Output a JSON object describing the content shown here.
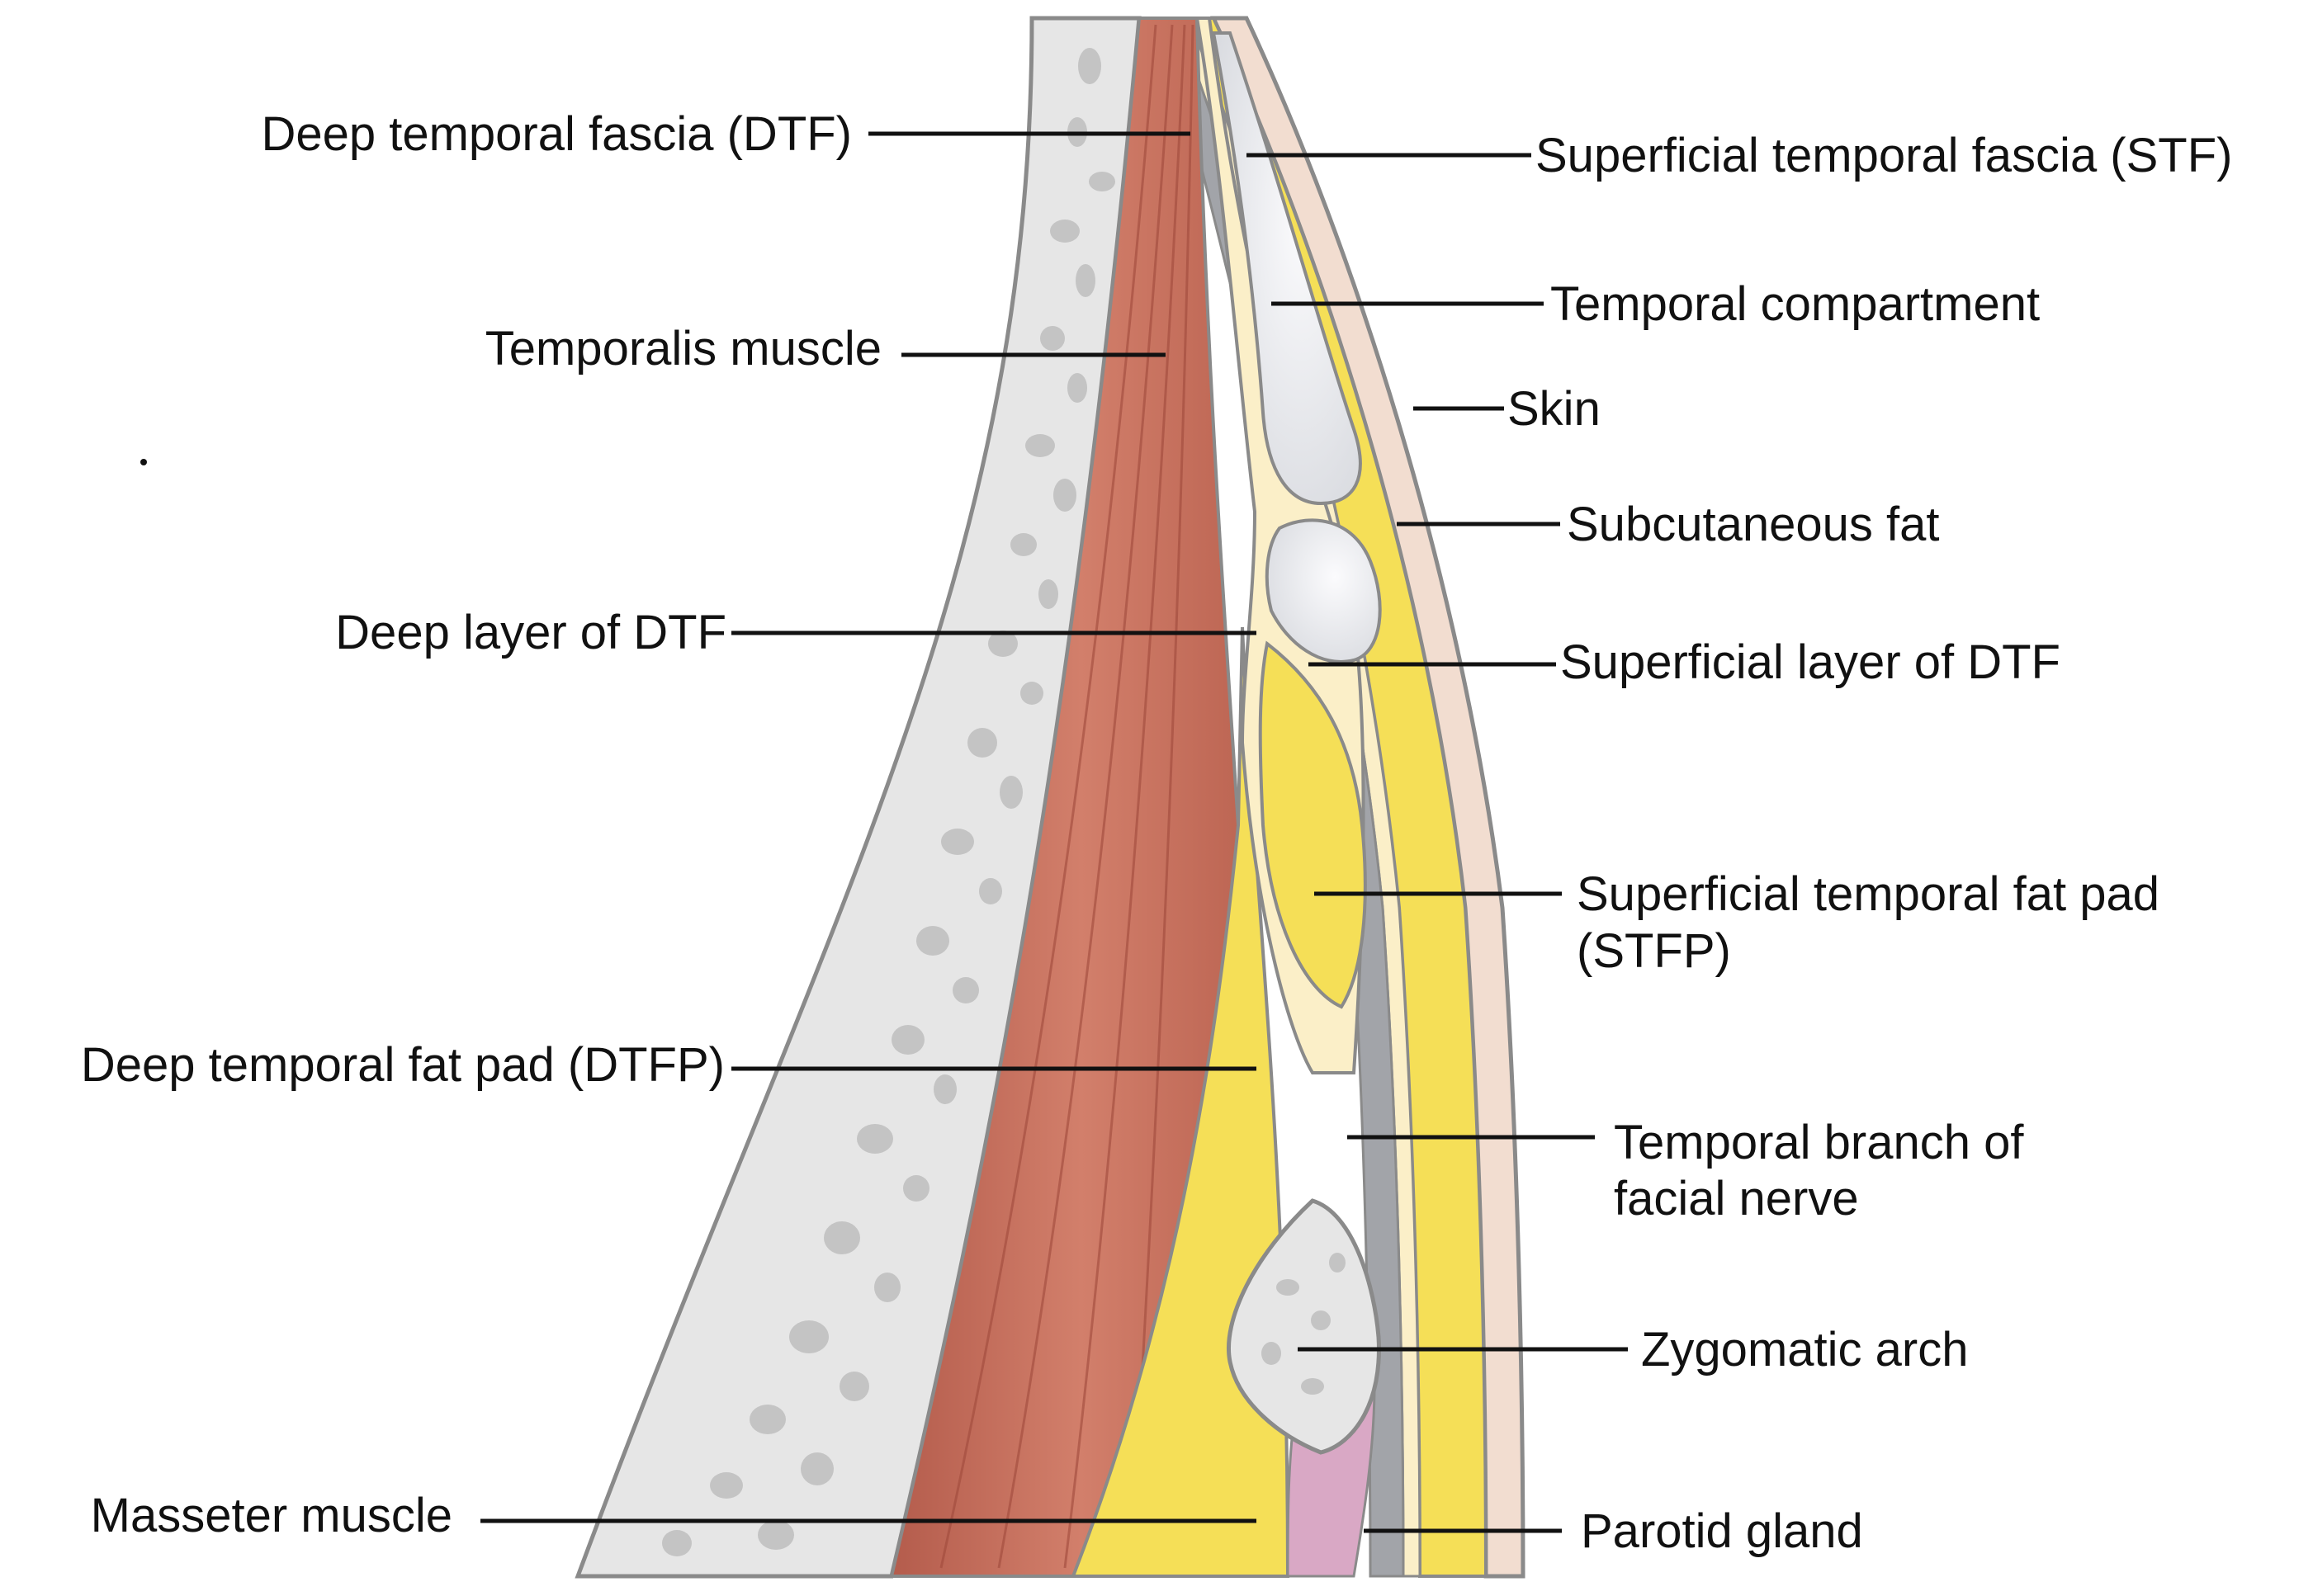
{
  "labels": {
    "deep_temporal_fascia": "Deep temporal fascia (DTF)",
    "temporalis_muscle": "Temporalis muscle",
    "deep_layer_dtf": "Deep layer of DTF",
    "deep_temporal_fat_pad": "Deep temporal fat pad (DTFP)",
    "masseter_muscle": "Masseter muscle",
    "superficial_temporal_fascia": "Superficial temporal fascia (STF)",
    "temporal_compartment": "Temporal compartment",
    "skin": "Skin",
    "subcutaneous_fat": "Subcutaneous fat",
    "superficial_layer_dtf": "Superficial layer of DTF",
    "stfp_line1": "Superficial temporal fat pad",
    "stfp_line2": "(STFP)",
    "facial_nerve_line1": "Temporal branch of",
    "facial_nerve_line2": "facial nerve",
    "zygomatic_arch": "Zygomatic arch",
    "parotid_gland": "Parotid gland"
  },
  "colors": {
    "bone": "#e6e6e6",
    "bone_pores": "#c4c4c4",
    "muscle": "#c9705f",
    "fat": "#f5df57",
    "fascia": "#fbefc8",
    "skin": "#f2ddd0",
    "compartment": "#ebebef",
    "nerve_layer": "#a2a4a9",
    "parotid": "#d9a8c5",
    "outline": "#8a8a8a",
    "leader": "#111111"
  }
}
